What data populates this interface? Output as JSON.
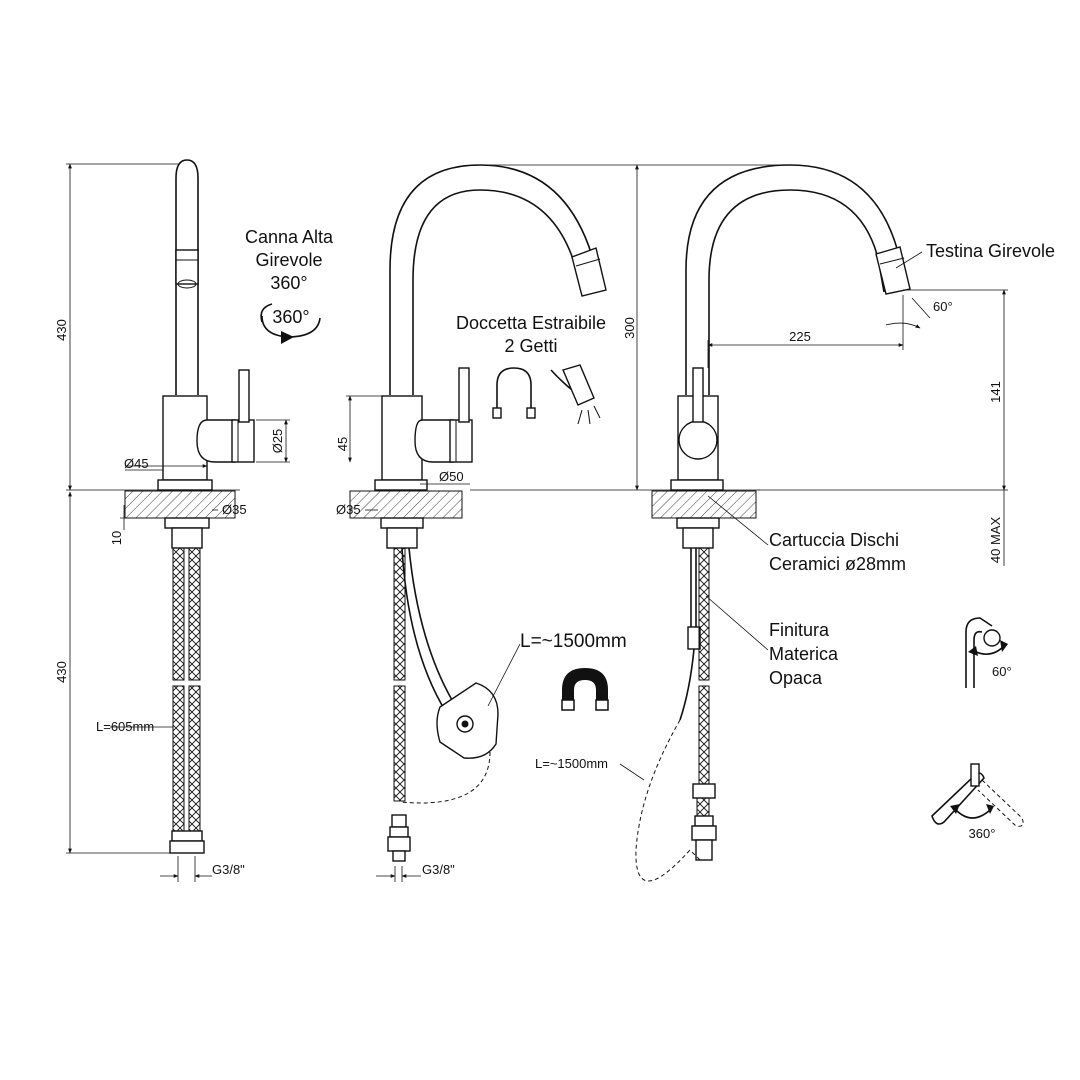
{
  "labels": {
    "canna_alta": [
      "Canna Alta",
      "Girevole",
      "360°"
    ],
    "rotate_360": "360°",
    "doccetta": [
      "Doccetta Estraibile",
      "2 Getti"
    ],
    "testina": "Testina Girevole",
    "cartuccia": [
      "Cartuccia Dischi",
      "Ceramici ø28mm"
    ],
    "finitura": [
      "Finitura",
      "Materica",
      "Opaca"
    ],
    "hose_length_big": "L=~1500mm",
    "hose_length_small": "L=~1500mm",
    "flex_length": "L=605mm",
    "deg_60_a": "60°",
    "deg_60_b": "60°",
    "deg_360": "360°"
  },
  "dimensions": {
    "d430_top": "430",
    "d430_bottom": "430",
    "d10": "10",
    "d45_dia": "Ø45",
    "d35_dia_a": "Ø35",
    "d25_dia": "Ø25",
    "g38_a": "G3/8\"",
    "d45": "45",
    "d50_dia": "Ø50",
    "d35_dia_b": "Ø35",
    "d300": "300",
    "g38_b": "G3/8\"",
    "d225": "225",
    "d141": "141",
    "d40max": "40 MAX"
  },
  "icons": [
    "rotate-arrow-icon",
    "flex-hose-icon",
    "hand-shower-icon",
    "magnet-icon",
    "lever-tilt-icon",
    "lever-rotate-icon"
  ]
}
